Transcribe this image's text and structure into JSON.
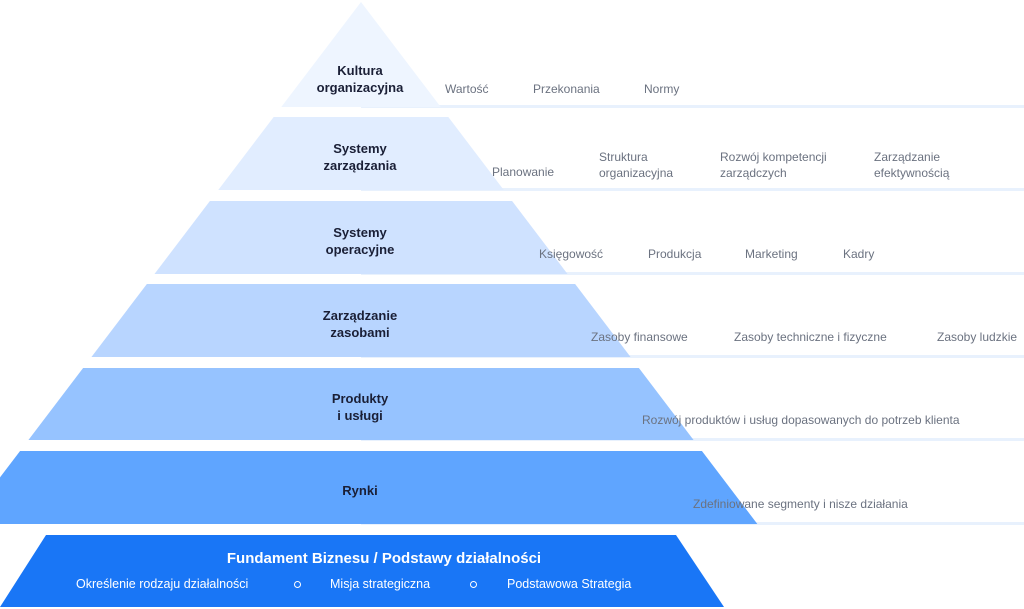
{
  "levels": [
    {
      "title_1": "Kultura",
      "title_2": "organizacyjna",
      "color": "#eef5ff",
      "items": [
        {
          "t1": "Wartość"
        },
        {
          "t1": "Przekonania"
        },
        {
          "t1": "Normy"
        }
      ]
    },
    {
      "title_1": "Systemy",
      "title_2": "zarządzania",
      "color": "#e1edff",
      "items": [
        {
          "t1": "Planowanie"
        },
        {
          "t1": "Struktura",
          "t2": "organizacyjna"
        },
        {
          "t1": "Rozwój kompetencji",
          "t2": "zarządczych"
        },
        {
          "t1": "Zarządzanie",
          "t2": "efektywnością"
        }
      ]
    },
    {
      "title_1": "Systemy",
      "title_2": "operacyjne",
      "color": "#cfe2ff",
      "items": [
        {
          "t1": "Księgowość"
        },
        {
          "t1": "Produkcja"
        },
        {
          "t1": "Marketing"
        },
        {
          "t1": "Kadry"
        }
      ]
    },
    {
      "title_1": "Zarządzanie",
      "title_2": "zasobami",
      "color": "#b8d5ff",
      "items": [
        {
          "t1": "Zasoby finansowe"
        },
        {
          "t1": "Zasoby techniczne i fizyczne"
        },
        {
          "t1": "Zasoby ludzkie"
        }
      ]
    },
    {
      "title_1": "Produkty",
      "title_2": "i usługi",
      "color": "#96c3ff",
      "items": [
        {
          "t1": "Rozwój produktów i usług dopasowanych do potrzeb klienta"
        }
      ]
    },
    {
      "title_1": "Rynki",
      "title_2": "",
      "color": "#5fa5ff",
      "items": [
        {
          "t1": "Zdefiniowane segmenty i nisze działania"
        }
      ]
    }
  ],
  "base": {
    "title": "Fundament Biznesu / Podstawy działalności",
    "color": "#1976f6",
    "items": [
      "Określenie rodzaju działalności",
      "Misja strategiczna",
      "Podstawowa Strategia"
    ]
  },
  "line_color": "#e8f1fd"
}
